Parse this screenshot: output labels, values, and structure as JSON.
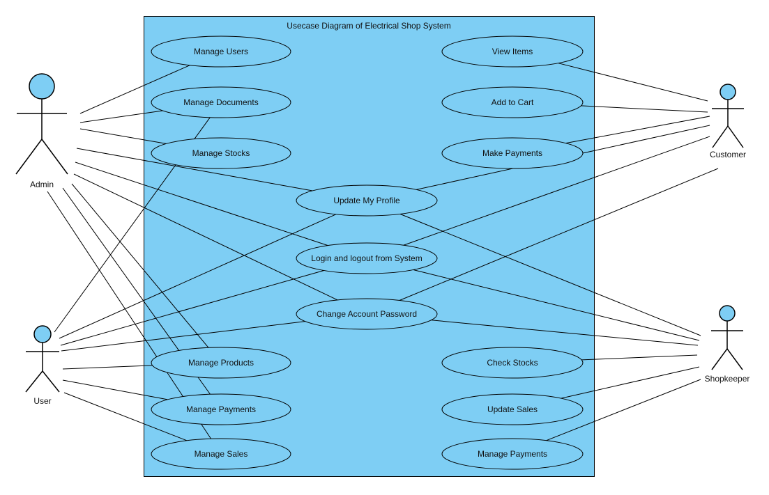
{
  "diagram": {
    "title": "Usecase Diagram of Electrical Shop System",
    "colors": {
      "system_fill": "#7ecef4",
      "usecase_fill": "#7ecef4",
      "actor_head_fill": "#7ecef4",
      "stroke": "#000000"
    },
    "actors": [
      {
        "id": "admin",
        "label": "Admin"
      },
      {
        "id": "user",
        "label": "User"
      },
      {
        "id": "customer",
        "label": "Customer"
      },
      {
        "id": "shopkeeper",
        "label": "Shopkeeper"
      }
    ],
    "use_cases": [
      {
        "id": "manage_users",
        "label": "Manage Users"
      },
      {
        "id": "manage_documents",
        "label": "Manage Documents"
      },
      {
        "id": "manage_stocks",
        "label": "Manage Stocks"
      },
      {
        "id": "view_items",
        "label": "View Items"
      },
      {
        "id": "add_to_cart",
        "label": "Add to Cart"
      },
      {
        "id": "make_payments",
        "label": "Make Payments"
      },
      {
        "id": "update_my_profile",
        "label": "Update My Profile"
      },
      {
        "id": "login_logout",
        "label": "Login and logout from System"
      },
      {
        "id": "change_password",
        "label": "Change Account Password"
      },
      {
        "id": "manage_products",
        "label": "Manage Products"
      },
      {
        "id": "manage_payments_left",
        "label": "Manage Payments"
      },
      {
        "id": "manage_sales",
        "label": "Manage Sales"
      },
      {
        "id": "check_stocks",
        "label": "Check Stocks"
      },
      {
        "id": "update_sales",
        "label": "Update Sales"
      },
      {
        "id": "manage_payments_right",
        "label": "Manage Payments"
      }
    ],
    "associations": [
      [
        "admin",
        "manage_users"
      ],
      [
        "admin",
        "manage_documents"
      ],
      [
        "admin",
        "manage_stocks"
      ],
      [
        "admin",
        "update_my_profile"
      ],
      [
        "admin",
        "login_logout"
      ],
      [
        "admin",
        "change_password"
      ],
      [
        "admin",
        "manage_products"
      ],
      [
        "admin",
        "manage_payments_left"
      ],
      [
        "admin",
        "manage_sales"
      ],
      [
        "user",
        "manage_documents"
      ],
      [
        "user",
        "update_my_profile"
      ],
      [
        "user",
        "login_logout"
      ],
      [
        "user",
        "change_password"
      ],
      [
        "user",
        "manage_products"
      ],
      [
        "user",
        "manage_payments_left"
      ],
      [
        "user",
        "manage_sales"
      ],
      [
        "customer",
        "view_items"
      ],
      [
        "customer",
        "add_to_cart"
      ],
      [
        "customer",
        "make_payments"
      ],
      [
        "customer",
        "update_my_profile"
      ],
      [
        "customer",
        "login_logout"
      ],
      [
        "customer",
        "change_password"
      ],
      [
        "shopkeeper",
        "update_my_profile"
      ],
      [
        "shopkeeper",
        "login_logout"
      ],
      [
        "shopkeeper",
        "change_password"
      ],
      [
        "shopkeeper",
        "check_stocks"
      ],
      [
        "shopkeeper",
        "update_sales"
      ],
      [
        "shopkeeper",
        "manage_payments_right"
      ]
    ]
  }
}
